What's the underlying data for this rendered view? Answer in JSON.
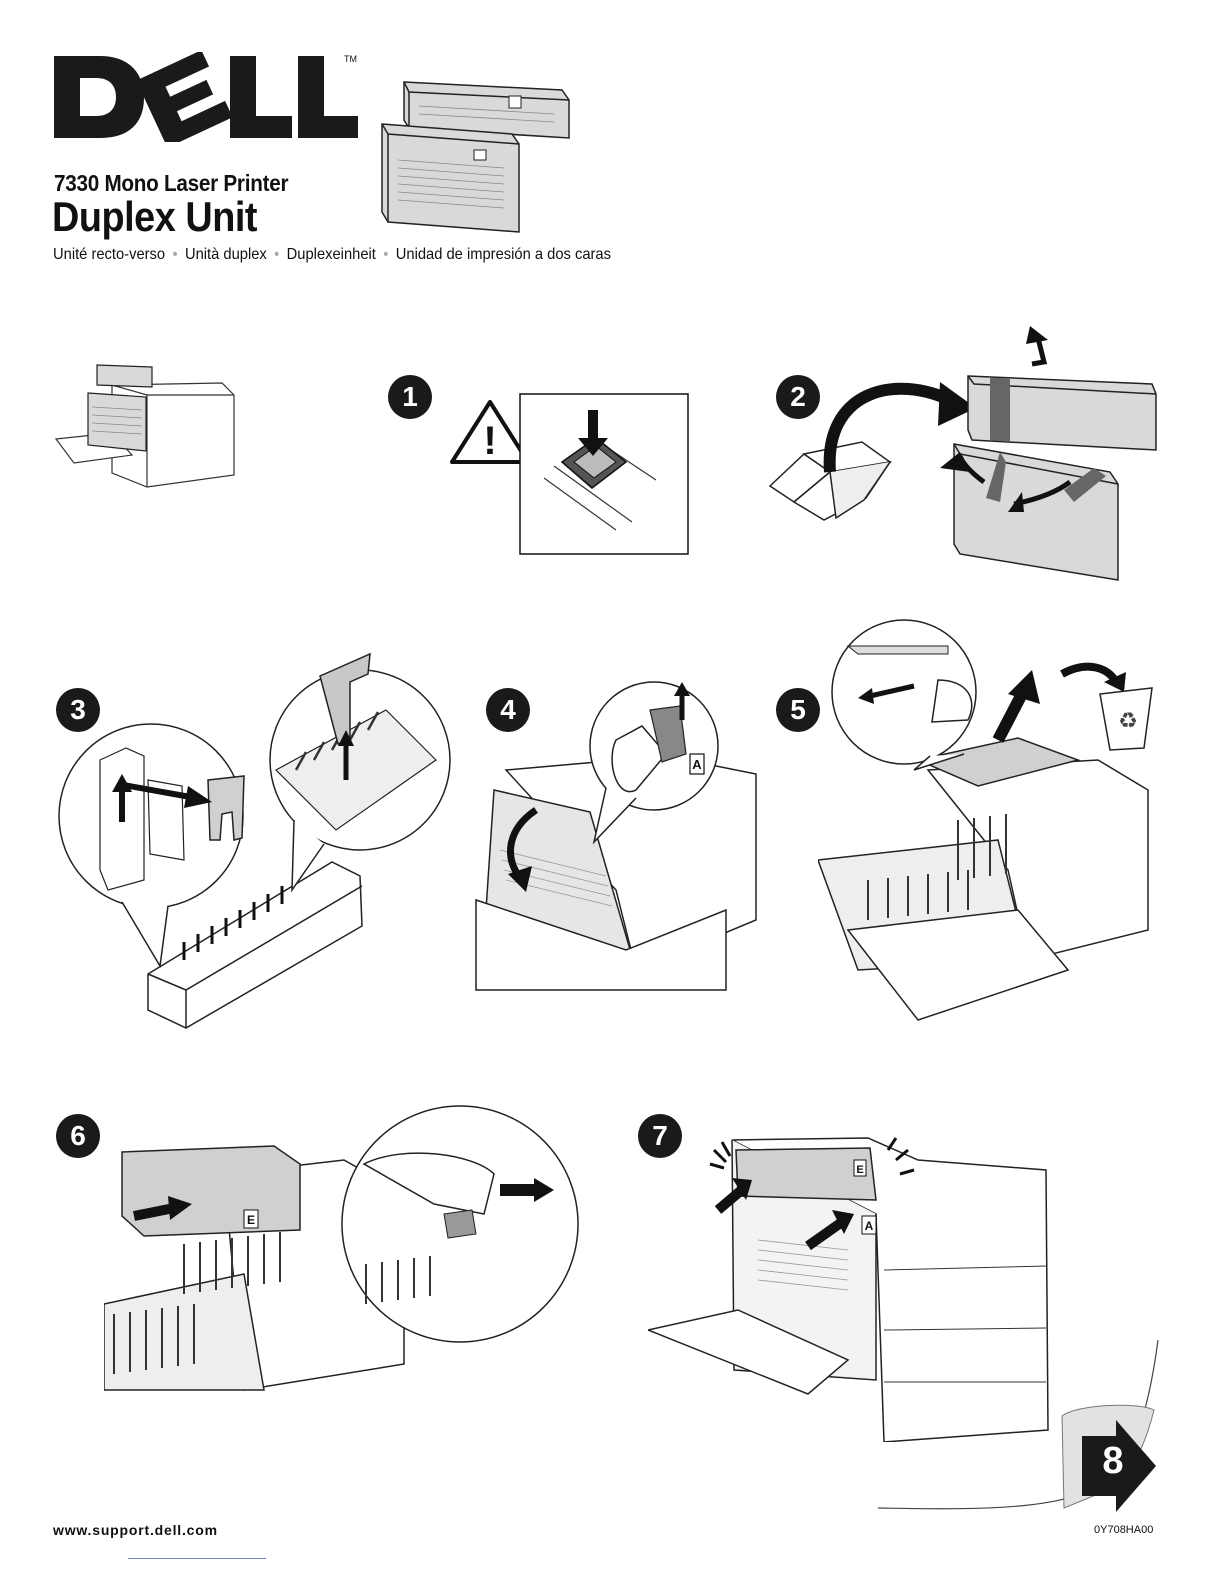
{
  "brand": {
    "logo_text": "DELL",
    "trademark": "TM"
  },
  "header": {
    "product_line": "7330 Mono Laser Printer",
    "title": "Duplex Unit",
    "translations": [
      "Unité recto-verso",
      "Unità duplex",
      "Duplexeinheit",
      "Unidad de impresión a dos caras"
    ]
  },
  "steps": [
    {
      "number": "1",
      "icon": "warning-power-off-icon"
    },
    {
      "number": "2",
      "icon": "unpack-remove-tape-icon"
    },
    {
      "number": "3",
      "icon": "remove-shipping-insert-icon"
    },
    {
      "number": "4",
      "icon": "open-door-a-icon"
    },
    {
      "number": "5",
      "icon": "remove-cover-recycle-icon"
    },
    {
      "number": "6",
      "icon": "insert-duplex-unit-icon"
    },
    {
      "number": "7",
      "icon": "close-doors-icon"
    }
  ],
  "next_page": {
    "number": "8",
    "icon": "next-page-arrow-icon"
  },
  "footer": {
    "url": "www.support.dell.com",
    "code": "0Y708HA00"
  },
  "colors": {
    "ink": "#1a1a1a",
    "part_fill": "#d9d9d9",
    "line": "#333333"
  }
}
